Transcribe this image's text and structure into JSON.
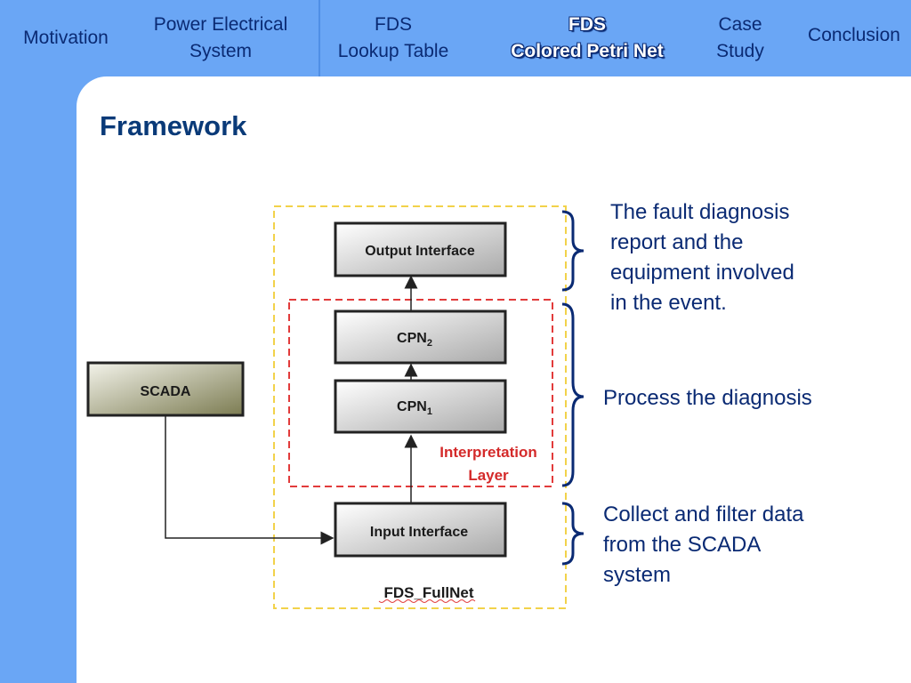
{
  "nav": {
    "items": [
      {
        "label_line1": "Motivation",
        "label_line2": ""
      },
      {
        "label_line1": "Power Electrical",
        "label_line2": "System"
      },
      {
        "label_line1": "FDS",
        "label_line2": "Lookup Table"
      },
      {
        "label_line1": "FDS",
        "label_line2": "Colored Petri Net"
      },
      {
        "label_line1": "Case",
        "label_line2": "Study"
      },
      {
        "label_line1": "Conclusion",
        "label_line2": ""
      }
    ],
    "active_index": 3
  },
  "slide": {
    "title": "Framework"
  },
  "diagram": {
    "boxes": {
      "output": "Output Interface",
      "cpn2": "CPN",
      "cpn2_sub": "2",
      "cpn1": "CPN",
      "cpn1_sub": "1",
      "input": "Input Interface",
      "scada": "SCADA"
    },
    "interpretation_layer_line1": "Interpretation",
    "interpretation_layer_line2": "Layer",
    "fullnet_label": "FDS_FullNet"
  },
  "notes": {
    "output_note": [
      "The fault diagnosis",
      "report and the",
      "equipment involved",
      "in the event."
    ],
    "process_note": [
      "Process the diagnosis"
    ],
    "collect_note": [
      "Collect and filter data",
      "from the SCADA",
      "system"
    ]
  },
  "colors": {
    "nav_bg": "#6aa6f5",
    "nav_text": "#0a2a73",
    "title": "#0a3a78",
    "outer_dash": "#f2d24a",
    "inner_dash": "#e23b3b",
    "layer_text": "#d42a2a",
    "brace": "#0a2a73"
  }
}
